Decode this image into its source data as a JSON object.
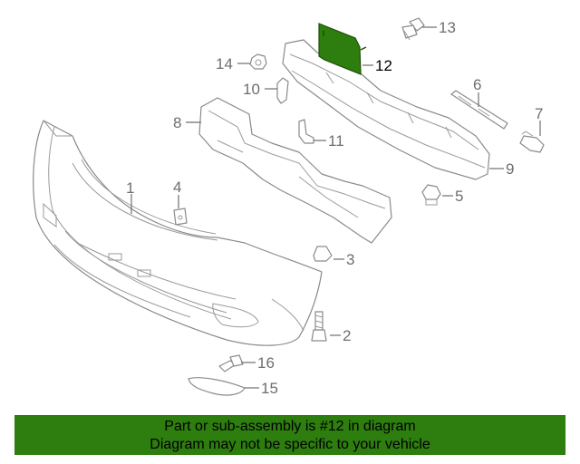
{
  "diagram": {
    "highlight_color": "#2e7d0f",
    "callouts": {
      "c1": "1",
      "c2": "2",
      "c3": "3",
      "c4": "4",
      "c5": "5",
      "c6": "6",
      "c7": "7",
      "c8": "8",
      "c9": "9",
      "c10": "10",
      "c11": "11",
      "c12": "12",
      "c13": "13",
      "c14": "14",
      "c15": "15",
      "c16": "16"
    }
  },
  "banner": {
    "line1": "Part or sub-assembly is #12 in diagram",
    "line2": "Diagram may not be specific to your vehicle",
    "background": "#2e7d0f"
  }
}
